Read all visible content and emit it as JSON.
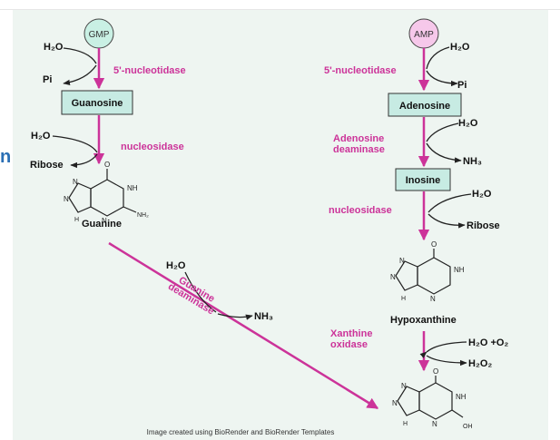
{
  "cut_letter": "n",
  "colors": {
    "magenta": "#cc3399",
    "box_fill": "#c7ebe3",
    "gmp_fill": "#c9f0e4",
    "amp_fill": "#f6c8ea",
    "panel": "#eef5f1"
  },
  "left": {
    "gmp": "GMP",
    "h2o_1": "H₂O",
    "pi": "Pi",
    "enzyme_nucleotidase": "5'-nucleotidase",
    "guanosine": "Guanosine",
    "h2o_2": "H₂O",
    "ribose": "Ribose",
    "enzyme_nucleosidase": "nucleosidase",
    "guanine": "Guanine",
    "guanine_atoms": {
      "o": "O",
      "nh": "NH",
      "n1": "N",
      "n2": "N",
      "n3": "N",
      "h": "H",
      "nh2": "NH₂"
    }
  },
  "right": {
    "amp": "AMP",
    "h2o_1": "H₂O",
    "pi": "Pi",
    "enzyme_nucleotidase": "5'-nucleotidase",
    "adenosine": "Adenosine",
    "h2o_2": "H₂O",
    "nh3": "NH₃",
    "enzyme_deaminase_1": "Adenosine",
    "enzyme_deaminase_2": "deaminase",
    "inosine": "Inosine",
    "h2o_3": "H₂O",
    "ribose": "Ribose",
    "enzyme_nucleosidase": "nucleosidase",
    "hypoxanthine": "Hypoxanthine",
    "hypo_atoms": {
      "o": "O",
      "nh": "NH",
      "n1": "N",
      "n2": "N",
      "n3": "N",
      "h": "H"
    },
    "enzyme_xo_1": "Xanthine",
    "enzyme_xo_2": "oxidase",
    "h2o_o2": "H₂O +O₂",
    "h2o2": "H₂O₂",
    "xan_atoms": {
      "o": "O",
      "nh": "NH",
      "n1": "N",
      "n2": "N",
      "n3": "N",
      "h": "H",
      "oh": "OH"
    }
  },
  "center": {
    "h2o": "H₂O",
    "nh3": "NH₃",
    "enzyme_guanine_1": "Guanine",
    "enzyme_guanine_2": "deaminase"
  },
  "footer": "Image created using BioRender and BioRender Templates"
}
